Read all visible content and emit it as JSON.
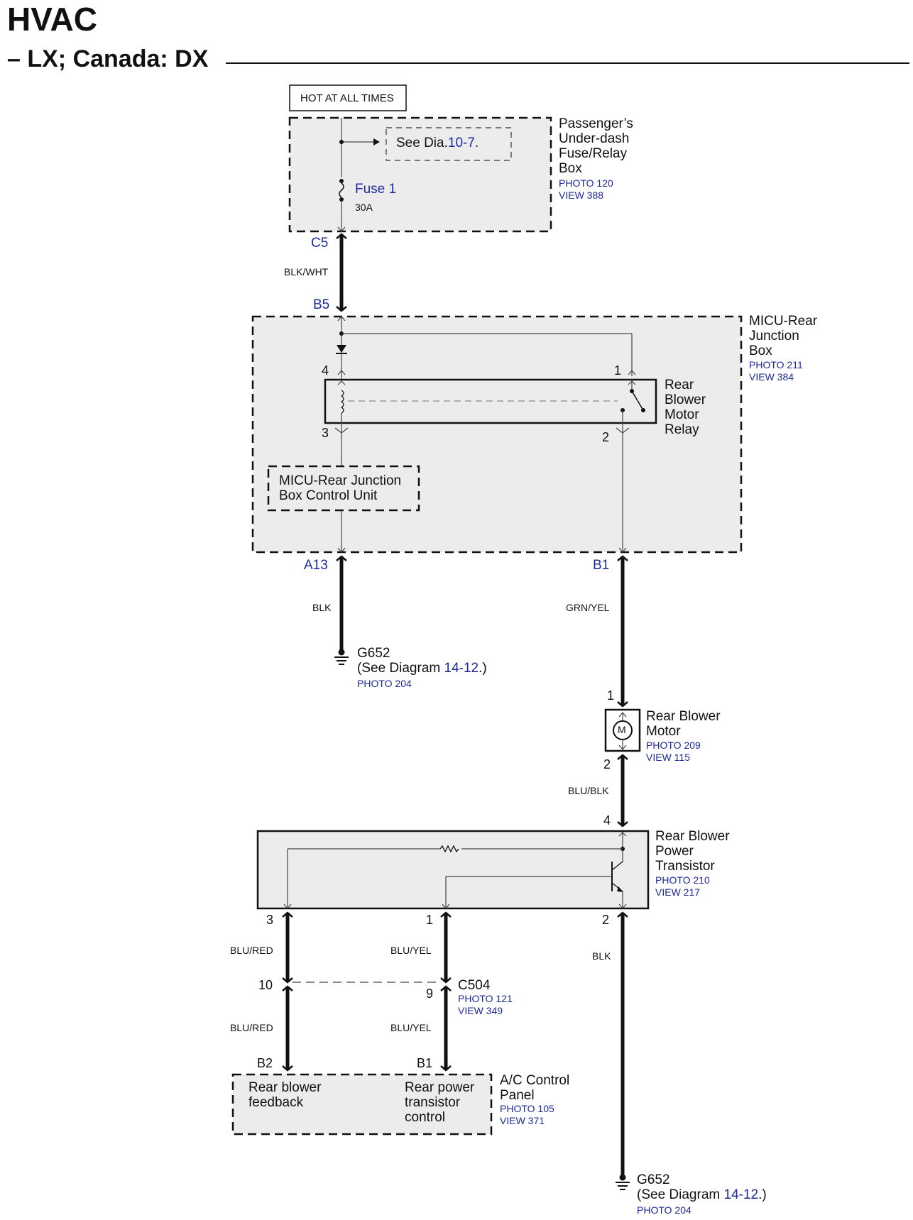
{
  "header": {
    "title": "HVAC",
    "subtitle": "– LX; Canada: DX"
  },
  "power_source": {
    "label": "HOT AT ALL TIMES"
  },
  "fuse_box": {
    "name": "Passenger’s Under-dash Fuse/Relay Box",
    "name_lines": [
      "Passenger’s",
      "Under-dash",
      "Fuse/Relay",
      "Box"
    ],
    "photo": "PHOTO 120",
    "view": "VIEW 388",
    "see_text": "See Dia.",
    "see_ref": "10-7",
    "fuse_name": "Fuse 1",
    "fuse_rating": "30A",
    "connector_out": "C5"
  },
  "wires": {
    "w1": "BLK/WHT",
    "w2": "BLK",
    "w3": "GRN/YEL",
    "w4": "BLU/BLK",
    "w5": "BLU/RED",
    "w6": "BLU/YEL",
    "w7": "BLK",
    "w8": "BLU/RED",
    "w9": "BLU/YEL"
  },
  "micu": {
    "name_lines": [
      "MICU-Rear",
      "Junction",
      "Box"
    ],
    "photo": "PHOTO 211",
    "view": "VIEW 384",
    "connector_in": "B5",
    "connector_a13": "A13",
    "connector_b1": "B1",
    "control_unit_lines": [
      "MICU-Rear Junction",
      "Box Control Unit"
    ]
  },
  "relay": {
    "name_lines": [
      "Rear",
      "Blower",
      "Motor",
      "Relay"
    ],
    "pins": {
      "p1": "1",
      "p2": "2",
      "p3": "3",
      "p4": "4"
    }
  },
  "ground_1": {
    "name": "G652",
    "see_prefix": "(See Diagram ",
    "see_ref": "14-12",
    "see_suffix": ".)",
    "photo": "PHOTO 204"
  },
  "motor": {
    "name_lines": [
      "Rear Blower",
      "Motor"
    ],
    "photo": "PHOTO 209",
    "view": "VIEW 115",
    "symbol": "M",
    "pin_top": "1",
    "pin_bottom": "2"
  },
  "transistor": {
    "name_lines": [
      "Rear Blower",
      "Power",
      "Transistor"
    ],
    "photo": "PHOTO 210",
    "view": "VIEW 217",
    "pin_top": "4",
    "pin_3": "3",
    "pin_1": "1",
    "pin_2": "2"
  },
  "c504": {
    "name": "C504",
    "photo": "PHOTO 121",
    "view": "VIEW 349",
    "pin_left": "10",
    "pin_right": "9"
  },
  "ac_panel": {
    "name_lines": [
      "A/C Control",
      "Panel"
    ],
    "photo": "PHOTO 105",
    "view": "VIEW 371",
    "conn_left": "B2",
    "conn_right": "B1",
    "left_lines": [
      "Rear blower",
      "feedback"
    ],
    "right_lines": [
      "Rear power",
      "transistor",
      "control"
    ]
  },
  "ground_2": {
    "name": "G652",
    "see_prefix": "(See Diagram ",
    "see_ref": "14-12",
    "see_suffix": ".)",
    "photo": "PHOTO 204"
  }
}
